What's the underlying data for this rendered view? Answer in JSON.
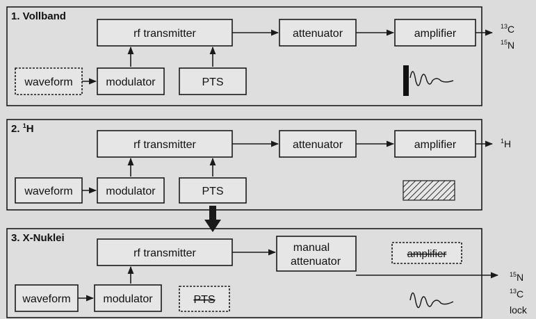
{
  "sections": [
    {
      "title": "1. Vollband",
      "blocks": {
        "rf_transmitter": "rf transmitter",
        "attenuator": "attenuator",
        "amplifier": "amplifier",
        "waveform": "waveform",
        "modulator": "modulator",
        "pts": "PTS"
      },
      "outputs": [
        {
          "sup": "13",
          "text": "C"
        },
        {
          "sup": "15",
          "text": "N"
        }
      ]
    },
    {
      "title_prefix": "2. ",
      "title_sup": "1",
      "title_main": "H",
      "blocks": {
        "rf_transmitter": "rf transmitter",
        "attenuator": "attenuator",
        "amplifier": "amplifier",
        "waveform": "waveform",
        "modulator": "modulator",
        "pts": "PTS"
      },
      "outputs": [
        {
          "sup": "1",
          "text": "H"
        }
      ]
    },
    {
      "title": "3. X-Nuklei",
      "blocks": {
        "rf_transmitter": "rf transmitter",
        "attenuator_line1": "manual",
        "attenuator_line2": "attenuator",
        "amplifier": "amplifier",
        "waveform": "waveform",
        "modulator": "modulator",
        "pts": "PTS"
      },
      "outputs": [
        {
          "sup": "15",
          "text": "N"
        },
        {
          "sup": "13",
          "text": "C"
        },
        {
          "sup": "",
          "text": "lock"
        }
      ]
    }
  ],
  "colors": {
    "background": "#dcdcdc",
    "line": "#1a1a1a",
    "box_fill": "#e6e6e6"
  }
}
